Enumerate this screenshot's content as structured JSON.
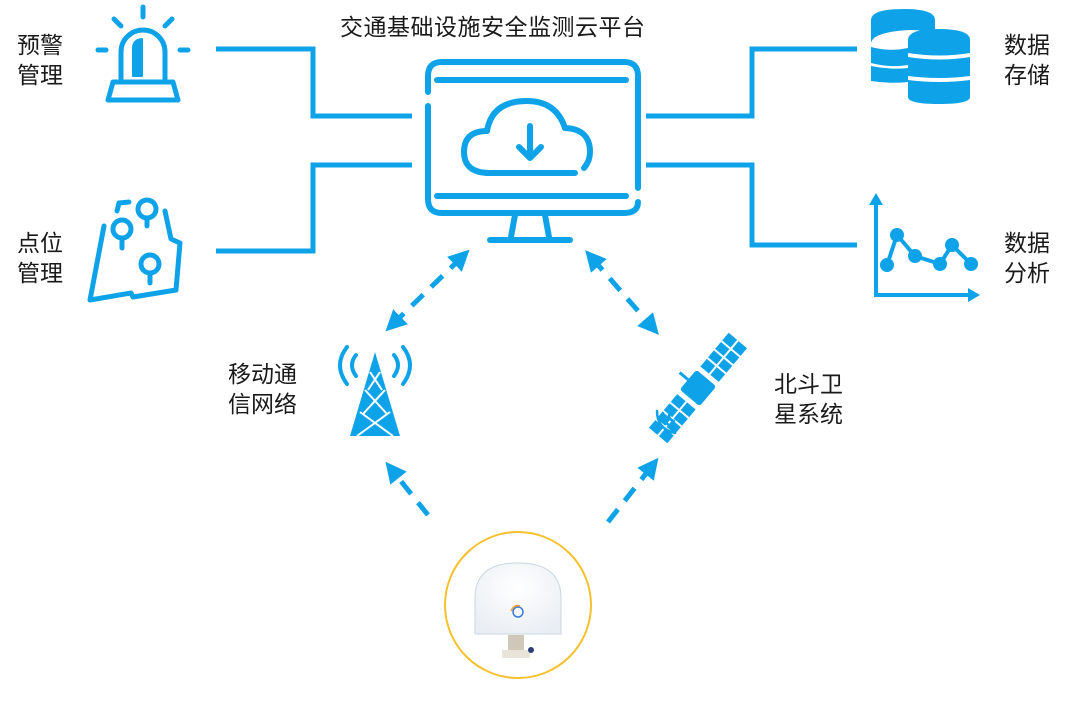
{
  "title": "交通基础设施安全监测云平台",
  "colors": {
    "accent": "#0ea3e8",
    "ring": "#f5c12e",
    "text": "#1a1a1a"
  },
  "nodes": {
    "alert": {
      "label_line1": "预警",
      "label_line2": "管理",
      "icon": "alarm-siren-icon"
    },
    "points": {
      "label_line1": "点位",
      "label_line2": "管理",
      "icon": "map-pins-icon"
    },
    "storage": {
      "label_line1": "数据",
      "label_line2": "存储",
      "icon": "database-icon"
    },
    "analysis": {
      "label_line1": "数据",
      "label_line2": "分析",
      "icon": "line-chart-icon"
    },
    "mobile": {
      "label_line1": "移动通",
      "label_line2": "信网络",
      "icon": "cell-tower-icon"
    },
    "beidou": {
      "label_line1": "北斗卫",
      "label_line2": "星系统",
      "icon": "satellite-icon"
    },
    "platform": {
      "icon": "cloud-monitor-icon"
    },
    "device": {
      "icon": "gnss-receiver-icon"
    }
  }
}
